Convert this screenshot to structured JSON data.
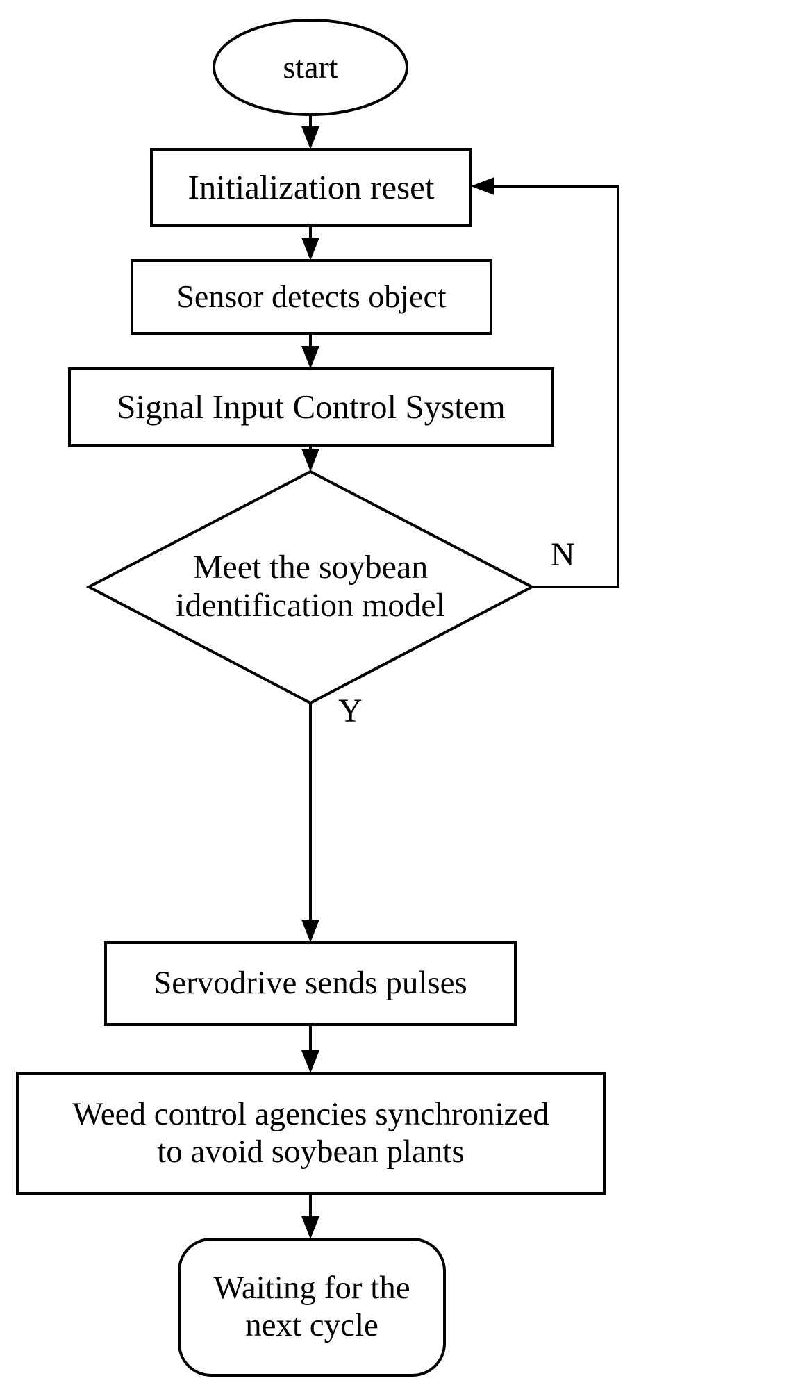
{
  "diagram": {
    "type": "flowchart",
    "title": "Soybean weed-control system control flow",
    "background_color": "#ffffff",
    "line_color": "#000000",
    "text_color": "#000000",
    "nodes": [
      {
        "id": "start",
        "shape": "ellipse",
        "label": "start"
      },
      {
        "id": "init",
        "shape": "rectangle",
        "label": "Initialization reset"
      },
      {
        "id": "sensor",
        "shape": "rectangle",
        "label": "Sensor detects object"
      },
      {
        "id": "signal",
        "shape": "rectangle",
        "label": "Signal Input Control System"
      },
      {
        "id": "decision",
        "shape": "diamond",
        "label": "Meet the soybean\nidentification model"
      },
      {
        "id": "servo",
        "shape": "rectangle",
        "label": "Servodrive sends pulses"
      },
      {
        "id": "weed",
        "shape": "rectangle",
        "label": "Weed control agencies synchronized\nto avoid soybean plants"
      },
      {
        "id": "wait",
        "shape": "rounded-rectangle",
        "label": "Waiting for the\nnext cycle"
      }
    ],
    "edges": [
      {
        "from": "start",
        "to": "init",
        "label": ""
      },
      {
        "from": "init",
        "to": "sensor",
        "label": ""
      },
      {
        "from": "sensor",
        "to": "signal",
        "label": ""
      },
      {
        "from": "signal",
        "to": "decision",
        "label": ""
      },
      {
        "from": "decision",
        "to": "init",
        "label": "N"
      },
      {
        "from": "decision",
        "to": "servo",
        "label": "Y"
      },
      {
        "from": "servo",
        "to": "weed",
        "label": ""
      },
      {
        "from": "weed",
        "to": "wait",
        "label": ""
      }
    ],
    "edge_labels": {
      "no_branch": "N",
      "yes_branch": "Y"
    }
  }
}
